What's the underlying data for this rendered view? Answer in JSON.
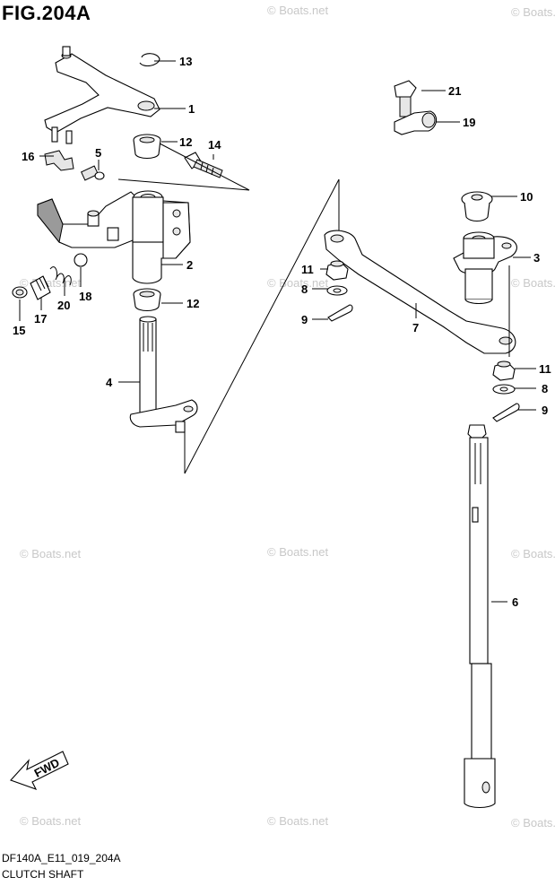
{
  "figure": {
    "title": "FIG.204A",
    "code": "DF140A_E11_019_204A",
    "caption": "CLUTCH SHAFT",
    "fwd_label": "FWD"
  },
  "watermark": "© Boats.net",
  "callouts": [
    {
      "id": "13",
      "part": "circlip"
    },
    {
      "id": "1",
      "part": "lever"
    },
    {
      "id": "12",
      "part": "bushing-upper"
    },
    {
      "id": "14",
      "part": "bolt"
    },
    {
      "id": "16",
      "part": "clip"
    },
    {
      "id": "5",
      "part": "grease-nipple"
    },
    {
      "id": "2",
      "part": "shift-shaft-housing"
    },
    {
      "id": "12",
      "part": "bushing-lower"
    },
    {
      "id": "15",
      "part": "plug"
    },
    {
      "id": "17",
      "part": "spring"
    },
    {
      "id": "20",
      "part": "spring"
    },
    {
      "id": "18",
      "part": "ball"
    },
    {
      "id": "4",
      "part": "shift-shaft"
    },
    {
      "id": "21",
      "part": "bolt"
    },
    {
      "id": "19",
      "part": "clamp"
    },
    {
      "id": "10",
      "part": "cap"
    },
    {
      "id": "3",
      "part": "shift-rod-joint"
    },
    {
      "id": "11",
      "part": "nut-left"
    },
    {
      "id": "8",
      "part": "washer-left"
    },
    {
      "id": "9",
      "part": "cotter-pin-left"
    },
    {
      "id": "7",
      "part": "link"
    },
    {
      "id": "11",
      "part": "nut-right"
    },
    {
      "id": "8",
      "part": "washer-right"
    },
    {
      "id": "9",
      "part": "cotter-pin-right"
    },
    {
      "id": "6",
      "part": "clutch-shaft"
    }
  ]
}
